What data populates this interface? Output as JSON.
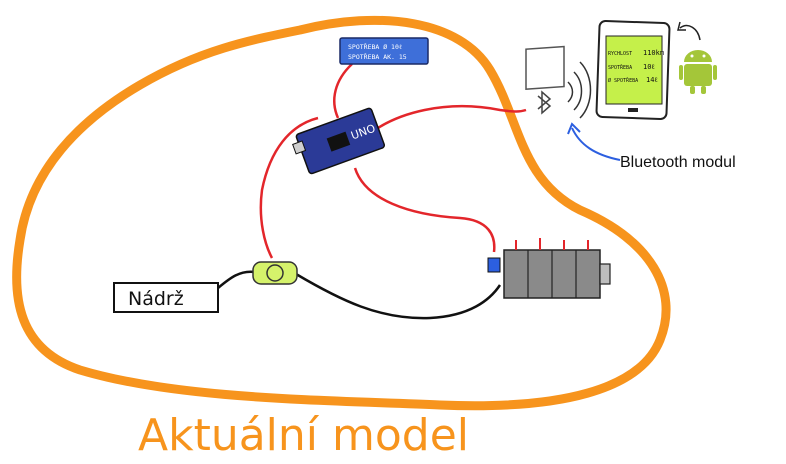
{
  "colors": {
    "loop": "#F7941D",
    "wire_red": "#E3262B",
    "wire_black": "#111111",
    "arduino_blue": "#2B3A97",
    "lcd_blue": "#3E6FD9",
    "phone_screen": "#C5F04A",
    "android_green": "#A4C639",
    "valve_green": "#D5F26B",
    "motor_gray": "#8A8A8A",
    "arrow_blue": "#2C5FE0"
  },
  "icons": [
    "bluetooth-icon",
    "android-icon",
    "arduino-board-icon",
    "valve-icon",
    "engine-icon",
    "phone-icon",
    "lcd-display-icon"
  ],
  "labels": {
    "tank": "Nádrž",
    "bluetooth_module": "Bluetooth modul",
    "caption": "Aktuální model",
    "arduino_brand": "UNO"
  },
  "lcd": {
    "line1": "SPOTŘEBA Ø 10ℓ",
    "line2": "SPOTŘEBA AK. 15"
  },
  "phone": {
    "rows": [
      {
        "label": "RYCHLOST",
        "value": "110km"
      },
      {
        "label": "SPOTŘEBA",
        "value": "10ℓ"
      },
      {
        "label": "Ø SPOTŘEBA",
        "value": "14ℓ"
      }
    ]
  }
}
